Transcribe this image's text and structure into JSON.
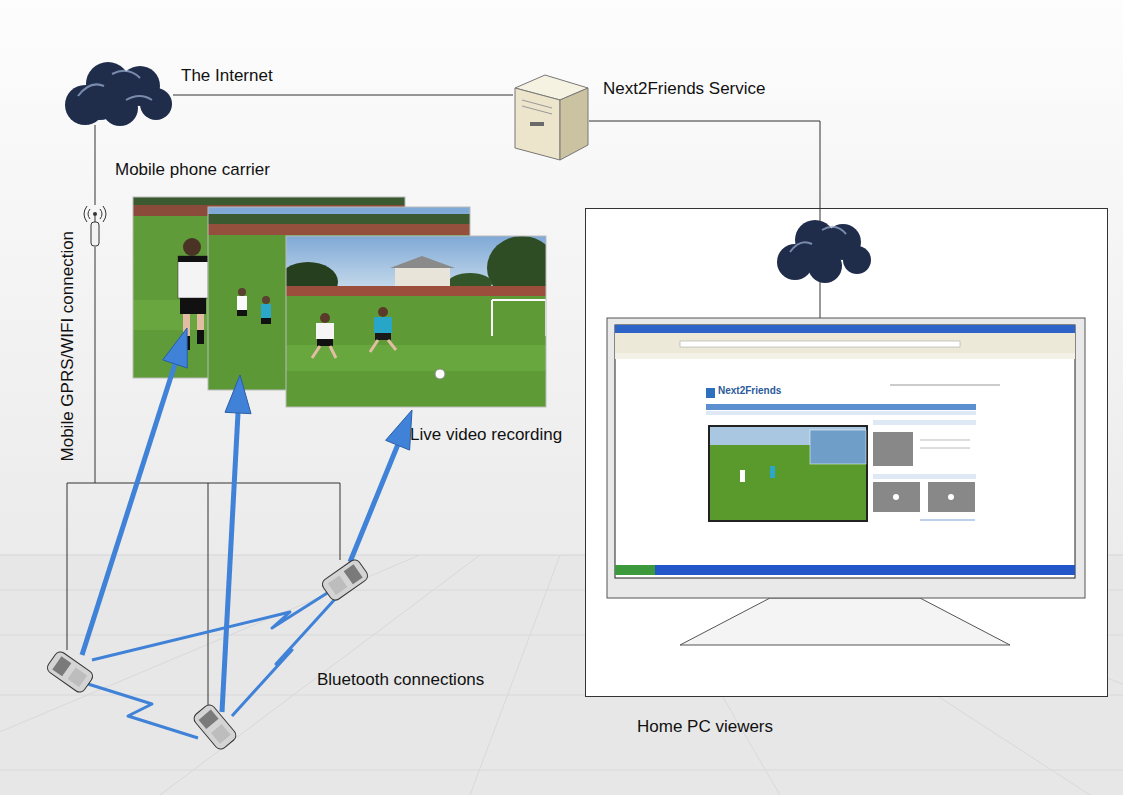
{
  "diagram": {
    "nodes": [
      {
        "text": [
          "The Internet"
        ]
      },
      {
        "text": [
          "Next2Friends Service"
        ]
      },
      {
        "text": [
          "Mobile phone carrier"
        ]
      },
      {
        "text": [
          "Home PC viewers"
        ]
      }
    ],
    "edges": [
      {
        "from": 0,
        "to": 1,
        "arrow": "none"
      },
      {
        "from": 1,
        "to": 3,
        "arrow": "none"
      },
      {
        "from": 0,
        "to": 2,
        "arrow": "none"
      }
    ],
    "labels": [
      "Mobile GPRS/WIFI connection",
      "Live video recording",
      "Bluetooth connections",
      "Next2Friends"
    ]
  }
}
